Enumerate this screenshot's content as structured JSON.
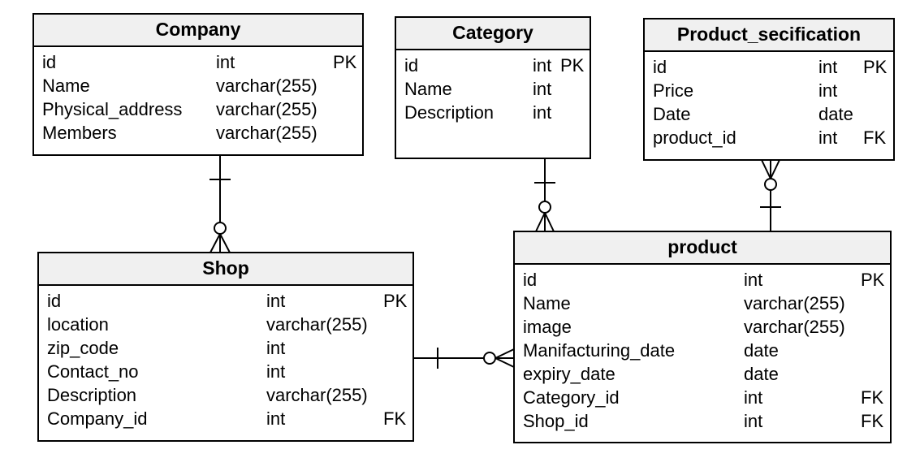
{
  "entities": {
    "company": {
      "name": "Company",
      "fields": [
        {
          "name": "id",
          "type": "int",
          "key": "PK"
        },
        {
          "name": "Name",
          "type": "varchar(255)",
          "key": ""
        },
        {
          "name": "Physical_address",
          "type": "varchar(255)",
          "key": ""
        },
        {
          "name": "Members",
          "type": "varchar(255)",
          "key": ""
        }
      ]
    },
    "category": {
      "name": "Category",
      "fields": [
        {
          "name": "id",
          "type": "int",
          "key": "PK"
        },
        {
          "name": "Name",
          "type": "int",
          "key": ""
        },
        {
          "name": "Description",
          "type": "int",
          "key": ""
        }
      ]
    },
    "product_secification": {
      "name": "Product_secification",
      "fields": [
        {
          "name": "id",
          "type": "int",
          "key": "PK"
        },
        {
          "name": "Price",
          "type": "int",
          "key": ""
        },
        {
          "name": "Date",
          "type": "date",
          "key": ""
        },
        {
          "name": "product_id",
          "type": "int",
          "key": "FK"
        }
      ]
    },
    "shop": {
      "name": "Shop",
      "fields": [
        {
          "name": "id",
          "type": "int",
          "key": "PK"
        },
        {
          "name": "location",
          "type": "varchar(255)",
          "key": ""
        },
        {
          "name": "zip_code",
          "type": "int",
          "key": ""
        },
        {
          "name": "Contact_no",
          "type": "int",
          "key": ""
        },
        {
          "name": "Description",
          "type": "varchar(255)",
          "key": ""
        },
        {
          "name": "Company_id",
          "type": "int",
          "key": "FK"
        }
      ]
    },
    "product": {
      "name": "product",
      "fields": [
        {
          "name": "id",
          "type": "int",
          "key": "PK"
        },
        {
          "name": "Name",
          "type": "varchar(255)",
          "key": ""
        },
        {
          "name": "image",
          "type": "varchar(255)",
          "key": ""
        },
        {
          "name": "Manifacturing_date",
          "type": "date",
          "key": ""
        },
        {
          "name": "expiry_date",
          "type": "date",
          "key": ""
        },
        {
          "name": "Category_id",
          "type": "int",
          "key": "FK"
        },
        {
          "name": "Shop_id",
          "type": "int",
          "key": "FK"
        }
      ]
    }
  },
  "relationships": [
    {
      "from": "company",
      "to": "shop",
      "from_cardinality": "one",
      "to_cardinality": "zero-or-many"
    },
    {
      "from": "category",
      "to": "product",
      "from_cardinality": "one",
      "to_cardinality": "zero-or-many"
    },
    {
      "from": "product",
      "to": "product_secification",
      "from_cardinality": "one",
      "to_cardinality": "zero-or-many"
    },
    {
      "from": "shop",
      "to": "product",
      "from_cardinality": "one",
      "to_cardinality": "zero-or-many"
    }
  ],
  "colors": {
    "header_bg": "#f0f0f0",
    "border": "#000000",
    "background": "#ffffff"
  }
}
